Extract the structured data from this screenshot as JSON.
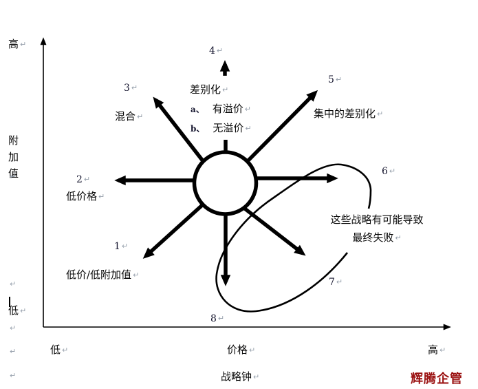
{
  "marks": {
    "return": "↵",
    "cursor": "|"
  },
  "y_axis": {
    "top_label": "高",
    "axis_label": "附加值",
    "bottom_label": "低"
  },
  "x_axis": {
    "left_label": "低",
    "axis_label": "价格",
    "right_label": "高"
  },
  "title": "战略钟",
  "strategies": {
    "s1": {
      "num": "1",
      "label": "低价/低附加值"
    },
    "s2": {
      "num": "2",
      "label": "低价格"
    },
    "s3": {
      "num": "3",
      "label": "混合"
    },
    "s4": {
      "num": "4",
      "label": "差别化",
      "sub_a_prefix": "a、",
      "sub_a_label": "有溢价",
      "sub_b_prefix": "b、",
      "sub_b_label": "无溢价"
    },
    "s5": {
      "num": "5",
      "label": "集中的差别化"
    },
    "s6": {
      "num": "6"
    },
    "s7": {
      "num": "7"
    },
    "s8": {
      "num": "8"
    }
  },
  "annotation": {
    "line1": "这些战略有可能导致",
    "line2": "最终失败"
  },
  "watermark": {
    "text": "辉腾企管",
    "color": "#9b1212"
  },
  "colors": {
    "line": "#000000",
    "paragraph_mark": "#96a0ac"
  }
}
